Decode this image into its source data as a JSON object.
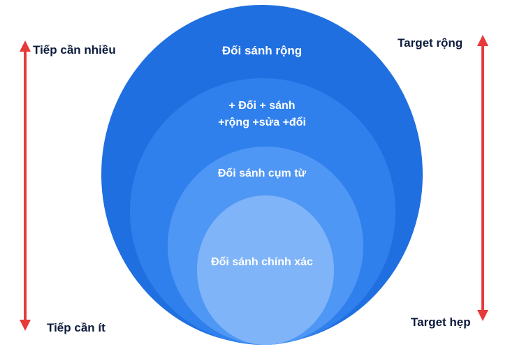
{
  "diagram": {
    "circles": [
      {
        "label": "Đối sánh rộng",
        "color": "#1f6fe0"
      },
      {
        "label_line1": "+ Đối + sánh",
        "label_line2": "+rộng +sửa +đổi",
        "color": "#2f80ec"
      },
      {
        "label": "Đối sánh cụm từ",
        "color": "#4f97f4"
      },
      {
        "label": "Đối sánh chính xác",
        "color": "#7fb4f9"
      }
    ],
    "left_axis": {
      "top_label": "Tiếp cần nhiều",
      "bottom_label": "Tiếp cần ít"
    },
    "right_axis": {
      "top_label": "Target rộng",
      "bottom_label": "Target hẹp"
    },
    "arrow_color": "#e8393a",
    "label_color": "#0d1b3d"
  }
}
